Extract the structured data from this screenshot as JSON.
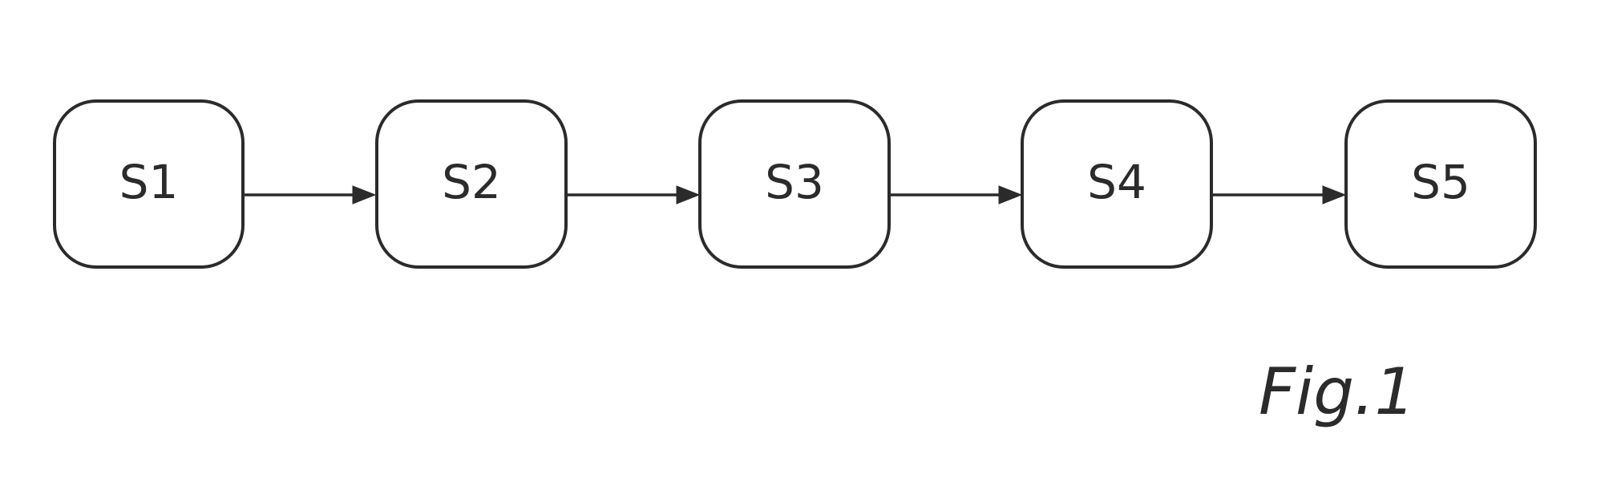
{
  "diagram": {
    "nodes": [
      {
        "id": "s1",
        "label": "S1"
      },
      {
        "id": "s2",
        "label": "S2"
      },
      {
        "id": "s3",
        "label": "S3"
      },
      {
        "id": "s4",
        "label": "S4"
      },
      {
        "id": "s5",
        "label": "S5"
      }
    ],
    "edges": [
      {
        "from": "s1",
        "to": "s2"
      },
      {
        "from": "s2",
        "to": "s3"
      },
      {
        "from": "s3",
        "to": "s4"
      },
      {
        "from": "s4",
        "to": "s5"
      }
    ],
    "caption": "Fig.1"
  },
  "colors": {
    "stroke": "#2b2b2b",
    "background": "#ffffff"
  }
}
